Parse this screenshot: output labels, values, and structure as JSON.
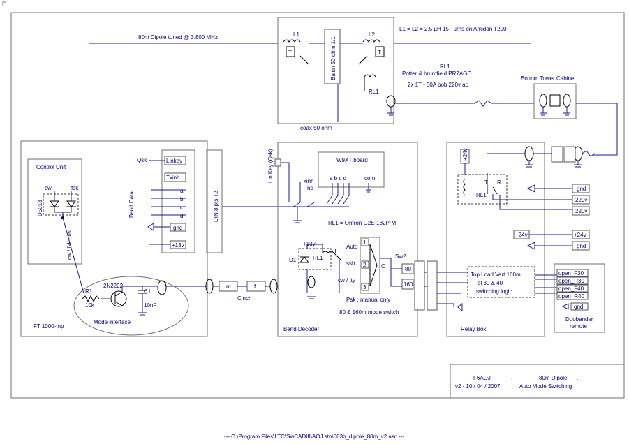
{
  "antenna": {
    "dipole_label": "80m Dipole tuned @ 3.800 MHz",
    "coils_label": "L1 = L2  =  2.5 µH 15 Turns on Amidon T200",
    "l1": "L1",
    "l2": "L2",
    "t1": "T",
    "t2": "T",
    "balun": "Balun 50 ohm 1/1",
    "coax": "coax 50 ohm",
    "rl1_title": "RL1",
    "rl1_desc1": "Potter & brumfield PR7AGO",
    "rl1_desc2": "2x 1T - 30A  bob 220v ac",
    "rl1_label": "RL1"
  },
  "tower": {
    "title": "Bottom Tower  Cabinet"
  },
  "control": {
    "unit_title": "Control Unit",
    "cw": "cw",
    "fsk": "fsk",
    "diode": "D5013",
    "bus": "cw / fsk bus",
    "qsk": "Qsk",
    "linkey": "Linkey",
    "txinh": "Txinh",
    "band_data": "Band Data",
    "bits": [
      "a",
      "b",
      "c",
      "d"
    ],
    "gnd": "gnd",
    "v13": "+13v",
    "din": "DIN 8 pts T2",
    "r1": "R1",
    "r1v": "10k",
    "transistor": "2N2222",
    "c1": "C1",
    "c1v": "10nF",
    "mode_interface": "Mode interface",
    "rig": "FT 1000-mp"
  },
  "cable": {
    "m": "m",
    "f": "f",
    "cinch": "Cinch"
  },
  "decoder": {
    "linkey": "Lin Key (Qsk)",
    "txinh": "Txinh",
    "nc": "nc",
    "w9xt": "W9XT board",
    "abcd": "a  b  c  d",
    "com": "com",
    "rl1_omron": "RL1 = Omron G2E-182P-M",
    "v13": "+13v",
    "d1": "D1",
    "rl1": "RL1",
    "auto": "Auto",
    "ssb": "ssb",
    "cwtty": "cw / tty",
    "pos1": "1",
    "pos2": "2",
    "pos3": "3",
    "c": "C",
    "psk": "Psk : manual only",
    "mode_switch": "80 & 160m mode switch",
    "sw2": "Sw2",
    "b80": "80",
    "b160": "160",
    "title": "Band Decoder"
  },
  "relay": {
    "v24": "+24v",
    "t": "T",
    "r": "R",
    "rl1": "RL1",
    "gnd": "gnd",
    "v220a": "220v",
    "v220b": "220v",
    "v24b": "+24v",
    "v24c": "+24v",
    "gnd2": "gnd",
    "logic1": "Top Load Vert 160m",
    "logic2": "el 30 & 40",
    "logic3": "switching logic",
    "title": "Relay Box"
  },
  "duobander": {
    "lines": [
      "open_F30",
      "open_R30",
      "open_F40",
      "open_R40"
    ],
    "gnd": "gnd",
    "title1": "Duobander",
    "title2": "remote"
  },
  "titleblock": {
    "author": "F6AOJ",
    "dot1": ".",
    "version": "v2 - 10 / 04 / 2007",
    "title1": "80m Dipole",
    "dot2": ".",
    "title2": "Auto Mode Switching"
  },
  "footer": "---  C:\\Program Files\\LTC\\SwCADIII\\AOJ stn\\003b_dipole_80m_v2.asc  ---"
}
